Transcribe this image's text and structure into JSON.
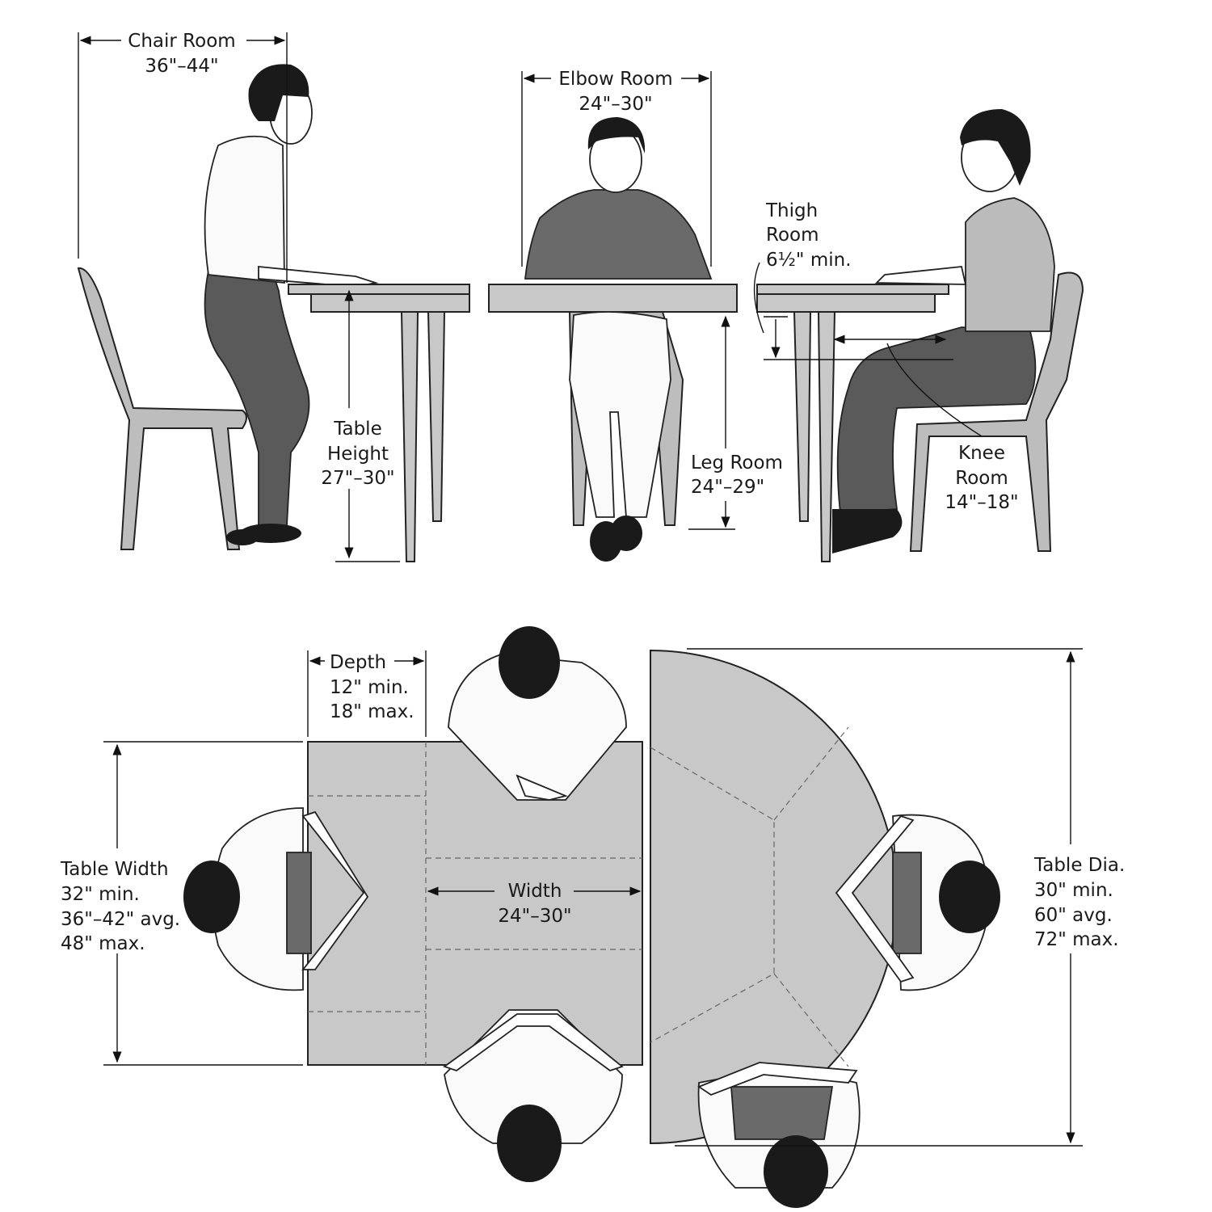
{
  "side_view": {
    "chair_room": {
      "label": "Chair Room",
      "value": "36\"–44\""
    },
    "elbow_room": {
      "label": "Elbow Room",
      "value": "24\"–30\""
    },
    "thigh_room": {
      "line1": "Thigh",
      "line2": "Room",
      "value": "6½\" min."
    },
    "table_height": {
      "line1": "Table",
      "line2": "Height",
      "value": "27\"–30\""
    },
    "leg_room": {
      "label": "Leg Room",
      "value": "24\"–29\""
    },
    "knee_room": {
      "line1": "Knee",
      "line2": "Room",
      "value": "14\"–18\""
    }
  },
  "plan_view": {
    "depth": {
      "label": "Depth",
      "min": "12\" min.",
      "max": "18\" max."
    },
    "table_width": {
      "label": "Table Width",
      "min": "32\" min.",
      "avg": "36\"–42\" avg.",
      "max": "48\" max."
    },
    "width": {
      "label": "Width",
      "value": "24\"–30\""
    },
    "table_dia": {
      "label": "Table Dia.",
      "min": "30\" min.",
      "avg": "60\" avg.",
      "max": "72\" max."
    }
  }
}
